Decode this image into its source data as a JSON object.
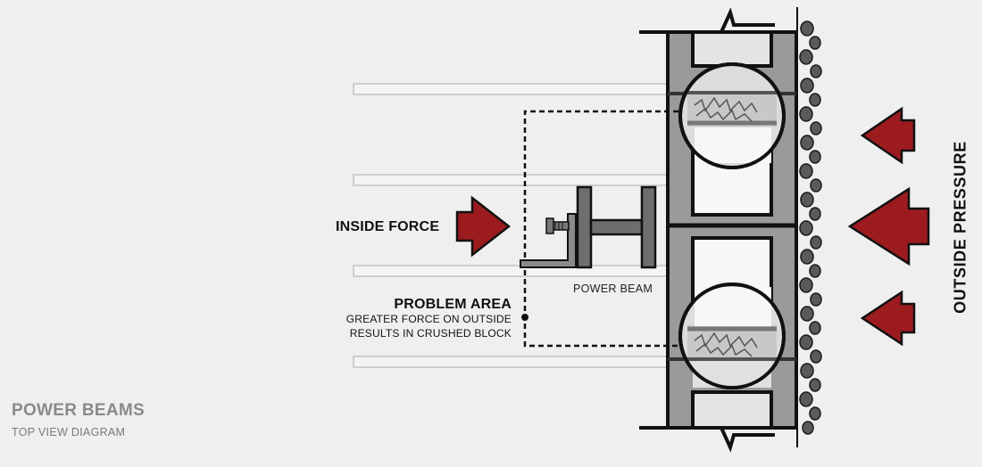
{
  "diagram": {
    "title": "POWER BEAMS",
    "subtitle": "TOP VIEW DIAGRAM",
    "labels": {
      "inside_force": "INSIDE FORCE",
      "power_beam": "POWER BEAM",
      "problem_area": "PROBLEM AREA",
      "problem_line1": "GREATER FORCE ON OUTSIDE",
      "problem_line2": "RESULTS IN CRUSHED BLOCK",
      "outside_pressure": "OUTSIDE PRESSURE"
    },
    "colors": {
      "background": "#efefef",
      "arrow": "#9b1b1f",
      "block": "#9a9a9a",
      "outline": "#111111"
    }
  }
}
